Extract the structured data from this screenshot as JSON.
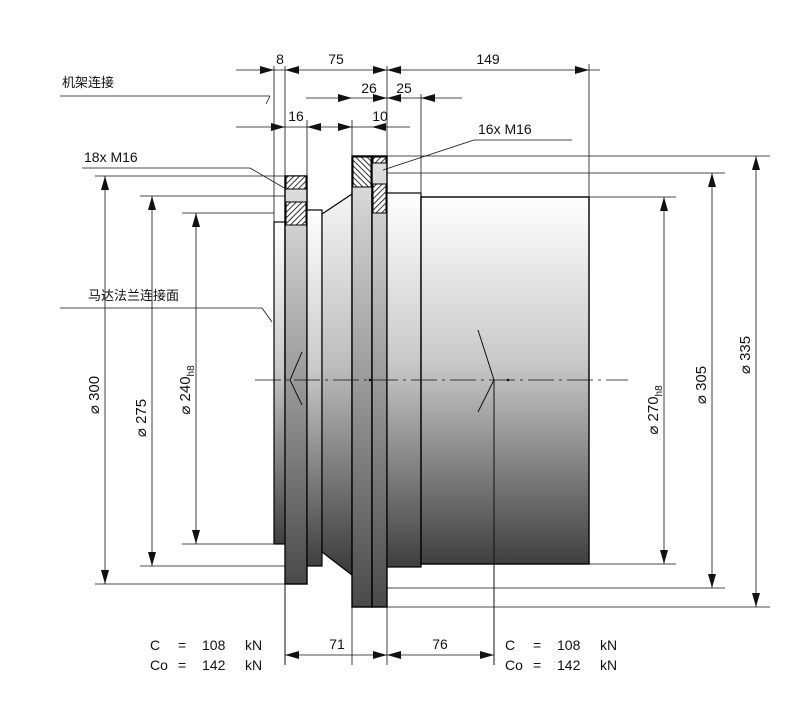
{
  "dimensions": {
    "top_8": "8",
    "top_75": "75",
    "top_149": "149",
    "top_26": "26",
    "top_25": "25",
    "top_16": "16",
    "top_10": "10",
    "bottom_71": "71",
    "bottom_76": "76"
  },
  "diameters": {
    "d300": "300",
    "d275": "275",
    "d240": "240",
    "d240_tol": "h8",
    "d270": "270",
    "d270_tol": "h8",
    "d305": "305",
    "d335": "335",
    "symbol": "⌀"
  },
  "notes": {
    "frame_connection": "机架连接",
    "motor_flange_face": "马达法兰连接面",
    "bolts_left": "18x  M16",
    "bolts_right": "16x  M16"
  },
  "load_ratings": {
    "left": {
      "c_label": "C",
      "c_eq": "=",
      "c_value": "108",
      "c_unit": "kN",
      "co_label": "Co",
      "co_eq": "=",
      "co_value": "142",
      "co_unit": "kN"
    },
    "right": {
      "c_label": "C",
      "c_eq": "=",
      "c_value": "108",
      "c_unit": "kN",
      "co_label": "Co",
      "co_eq": "=",
      "co_value": "142",
      "co_unit": "kN"
    }
  }
}
